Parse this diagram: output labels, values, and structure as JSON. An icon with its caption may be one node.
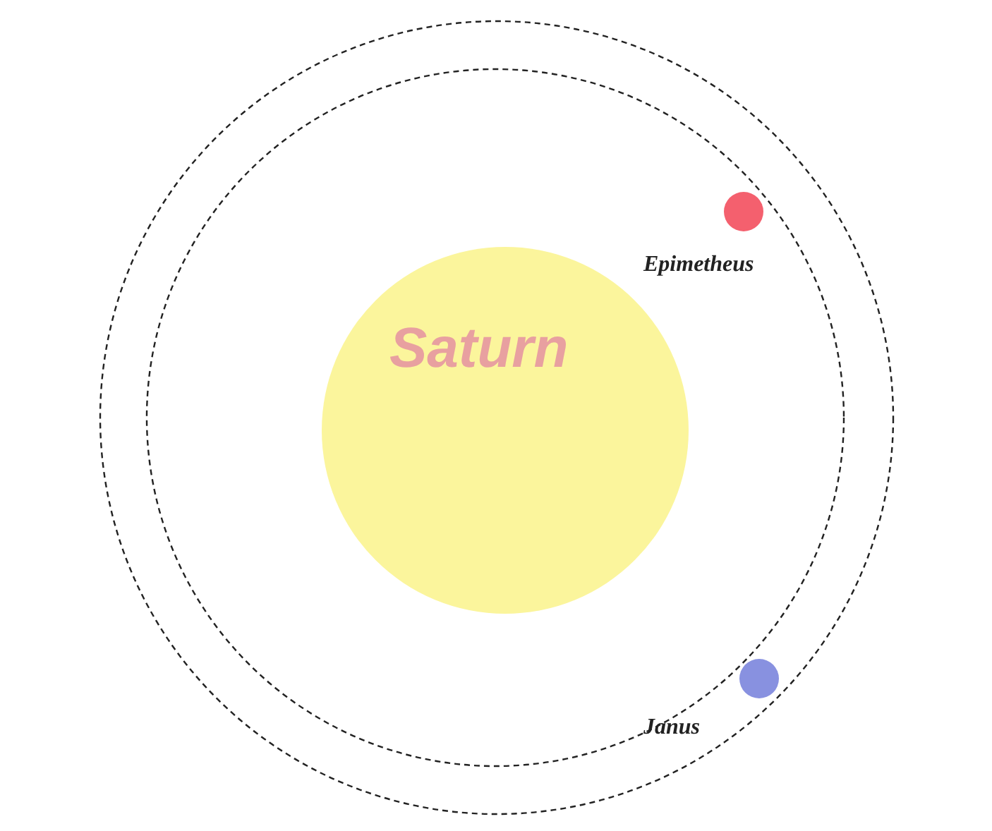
{
  "diagram": {
    "nodes": [
      {
        "text": [
          "Saturn"
        ]
      },
      {
        "text": [],
        "shape": "circle"
      },
      {
        "text": [],
        "shape": "circle"
      }
    ],
    "labels": [
      "Epimetheus",
      "Janus"
    ]
  }
}
